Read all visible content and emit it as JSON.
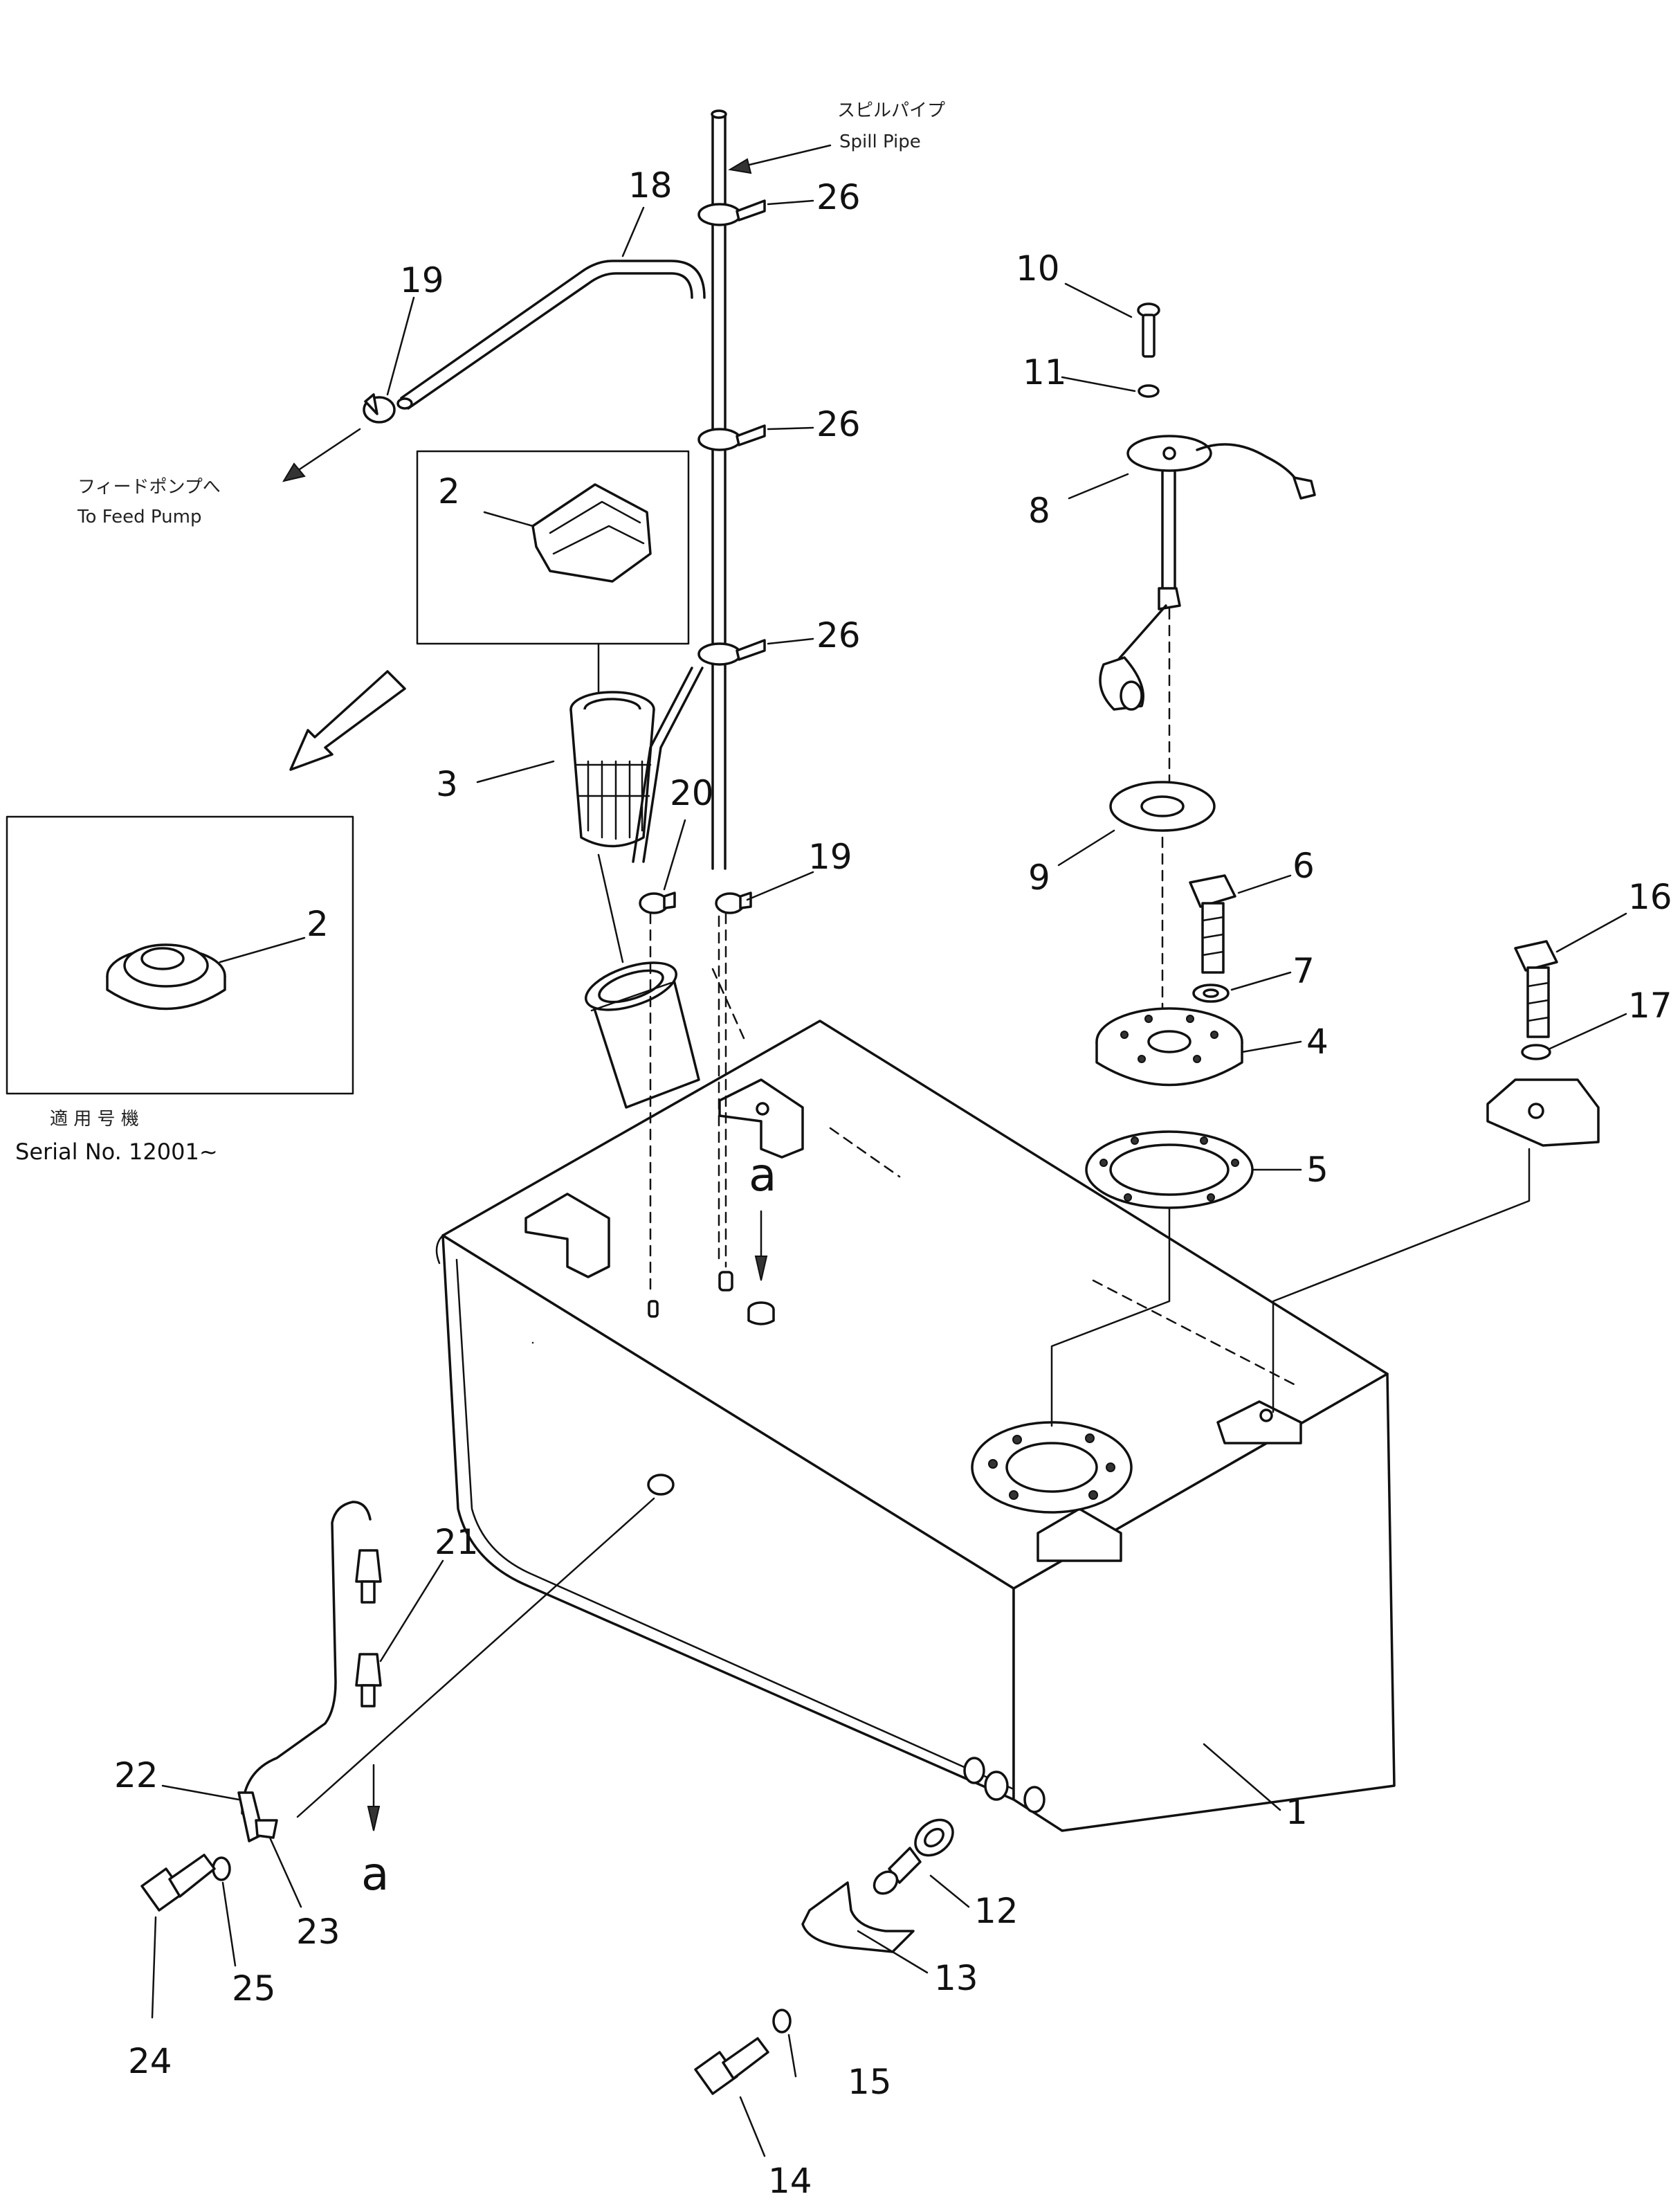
{
  "callouts": {
    "c1": "1",
    "c2a": "2",
    "c2b": "2",
    "c3": "3",
    "c4": "4",
    "c5": "5",
    "c6": "6",
    "c7": "7",
    "c8": "8",
    "c9": "9",
    "c10": "10",
    "c11": "11",
    "c12": "12",
    "c13": "13",
    "c14": "14",
    "c15": "15",
    "c16": "16",
    "c17": "17",
    "c18": "18",
    "c19a": "19",
    "c19b": "19",
    "c20": "20",
    "c21": "21",
    "c22": "22",
    "c23": "23",
    "c24": "24",
    "c25": "25",
    "c26a": "26",
    "c26b": "26",
    "c26c": "26"
  },
  "notes": {
    "spill_jp": "スピルパイプ",
    "spill_en": "Spill Pipe",
    "feed_jp": "フィードポンプへ",
    "feed_en": "To Feed Pump",
    "serial_jp": "適 用 号 機",
    "serial_en": "Serial No. 12001~"
  },
  "view_marks": {
    "upper": "a",
    "lower": "a"
  }
}
